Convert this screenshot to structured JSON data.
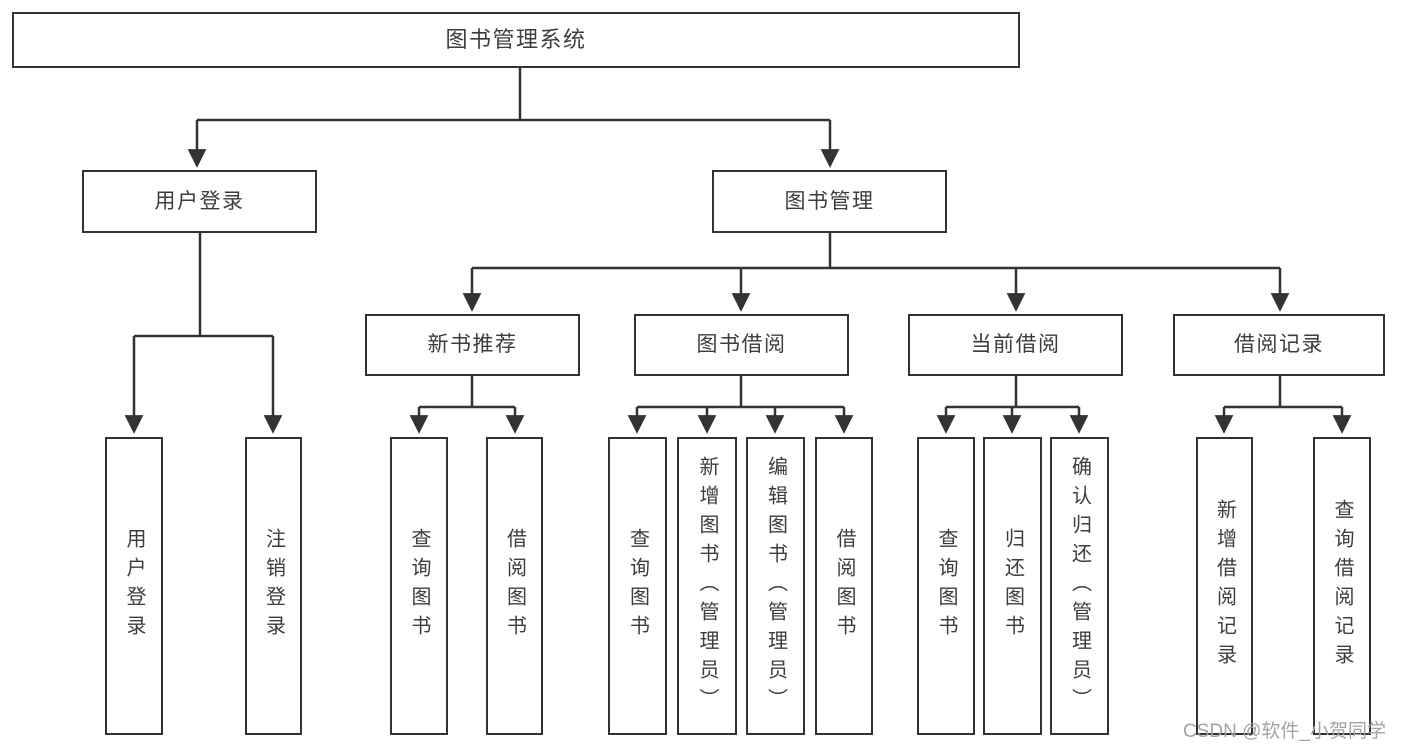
{
  "diagram": {
    "root": {
      "label": "图书管理系统"
    },
    "branches": [
      {
        "label": "用户登录",
        "children": [
          {
            "label": "用户登录"
          },
          {
            "label": "注销登录"
          }
        ]
      },
      {
        "label": "图书管理",
        "children": [
          {
            "label": "新书推荐",
            "children": [
              {
                "label": "查询图书"
              },
              {
                "label": "借阅图书"
              }
            ]
          },
          {
            "label": "图书借阅",
            "children": [
              {
                "label": "查询图书"
              },
              {
                "label": "新增图书（管理员）"
              },
              {
                "label": "编辑图书（管理员）"
              },
              {
                "label": "借阅图书"
              }
            ]
          },
          {
            "label": "当前借阅",
            "children": [
              {
                "label": "查询图书"
              },
              {
                "label": "归还图书"
              },
              {
                "label": "确认归还（管理员）"
              }
            ]
          },
          {
            "label": "借阅记录",
            "children": [
              {
                "label": "新增借阅记录"
              },
              {
                "label": "查询借阅记录"
              }
            ]
          }
        ]
      }
    ]
  },
  "watermark": {
    "text": "CSDN @软件_小贺同学"
  },
  "colors": {
    "line": "#333333",
    "box_border": "#333333",
    "text": "#3d3d3d",
    "background": "#ffffff",
    "watermark": "#a3a3a3"
  }
}
